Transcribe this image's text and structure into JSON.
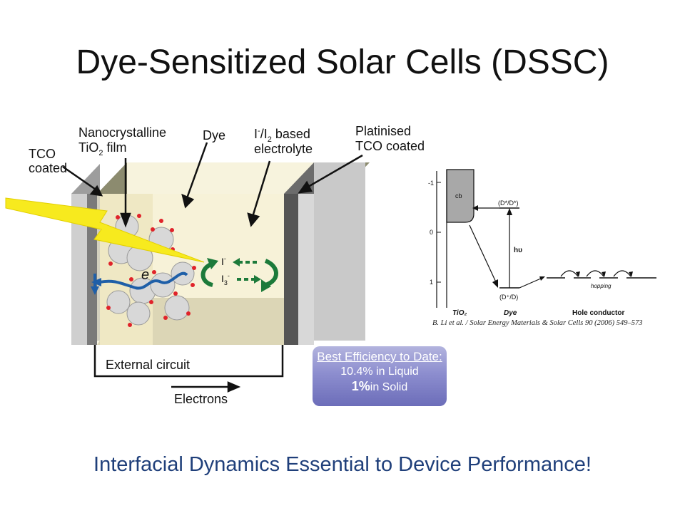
{
  "slide": {
    "title": "Dye-Sensitized Solar Cells (DSSC)",
    "footer": "Interfacial Dynamics Essential to Device Performance!"
  },
  "cell_diagram": {
    "labels": {
      "tco_line1": "TCO",
      "tco_line2": "coated",
      "nano_line1": "Nanocrystalline",
      "nano_line2": "TiO",
      "nano_line2_sub": "2",
      "nano_line2_rest": " film",
      "dye": "Dye",
      "electrolyte_line1_a": "I",
      "electrolyte_line1_sup": "-",
      "electrolyte_line1_b": "/I",
      "electrolyte_line1_sub": "2",
      "electrolyte_line1_c": " based",
      "electrolyte_line2": "electrolyte",
      "plat_line1": "Platinised",
      "plat_line2": "TCO coated",
      "iodide": "I",
      "iodide_sup": "-",
      "triiodide": "I",
      "triiodide_sub": "3",
      "triiodide_sup": "-",
      "electron": "e",
      "external_circuit": "External circuit",
      "electrons": "Electrons"
    }
  },
  "energy_diagram": {
    "ticks": [
      "-1",
      "0",
      "1"
    ],
    "cb": "cb",
    "d_star_plus": "(D*/D*)",
    "h_nu": "hυ",
    "d_plus": "(D⁺/D)",
    "hopping": "hopping",
    "tio2": "TiO₂",
    "dye": "Dye",
    "hole_conductor": "Hole conductor",
    "citation": "B. Li et al. / Solar Energy Materials & Solar Cells 90 (2006) 549–573"
  },
  "efficiency_box": {
    "heading": "Best Efficiency to Date:",
    "liquid": "10.4% in Liquid",
    "solid_value": "1%",
    "solid_rest": "in Solid"
  }
}
